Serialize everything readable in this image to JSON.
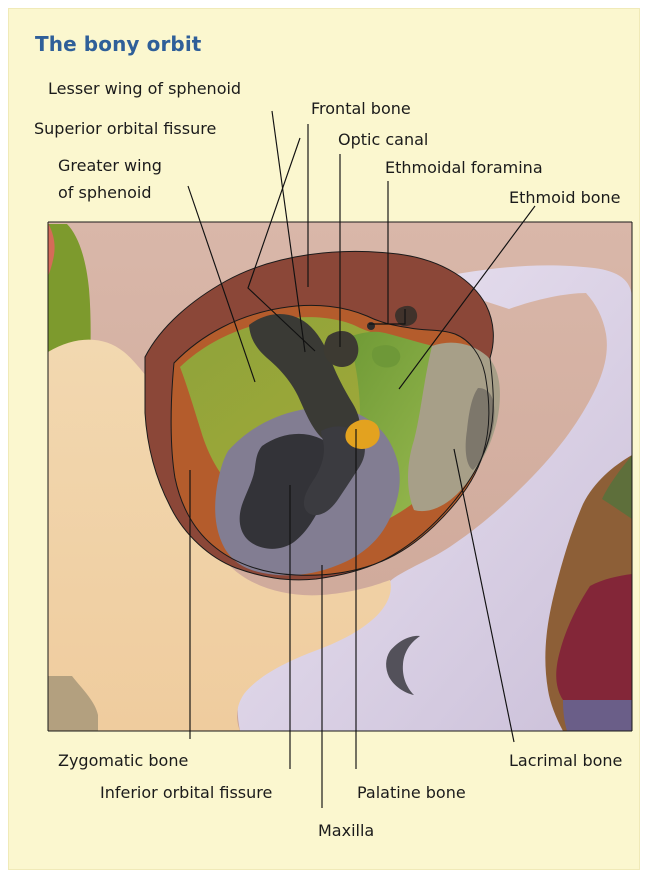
{
  "title": "The bony orbit",
  "labels": {
    "lesser_wing_of_sphenoid": "Lesser wing of sphenoid",
    "frontal_bone": "Frontal bone",
    "superior_orbital_fissure": "Superior orbital fissure",
    "optic_canal": "Optic canal",
    "greater_wing_of_sphenoid_line1": "Greater wing",
    "greater_wing_of_sphenoid_line2": "of sphenoid",
    "ethmoidal_foramina": "Ethmoidal foramina",
    "ethmoid_bone": "Ethmoid bone",
    "zygomatic_bone": "Zygomatic bone",
    "lacrimal_bone": "Lacrimal bone",
    "inferior_orbital_fissure": "Inferior orbital fissure",
    "palatine_bone": "Palatine bone",
    "maxilla": "Maxilla"
  },
  "colors": {
    "background": "#fbf7cf",
    "title": "#2f5f99",
    "frontal_bone": "#8f4a37",
    "sphenoid": "#8d9a34",
    "ethmoid": "#79a340",
    "zygomatic": "#b85a2b",
    "maxilla": "#b9b0c9",
    "lacrimal": "#a9a08b",
    "palatine": "#e3a21f",
    "fissure": "#3a3a3d"
  }
}
